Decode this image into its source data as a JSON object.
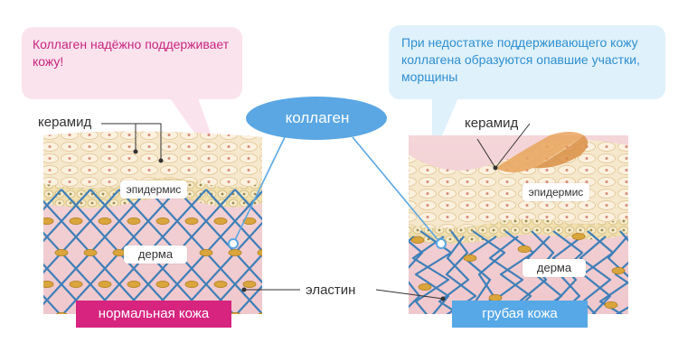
{
  "callouts": {
    "normal": "Коллаген надёжно поддерживает кожу!",
    "rough": "При недостатке поддерживающего кожу коллагена образуются опавшие участки, морщины"
  },
  "labels": {
    "ceramide": "керамид",
    "epidermis": "эпидермис",
    "dermis": "дерма",
    "collagen": "коллаген",
    "elastin": "эластин"
  },
  "panels": {
    "normal": "нормальная кожа",
    "rough": "грубая кожа"
  },
  "colors": {
    "pink_callout_bg": "#fbe3ee",
    "pink_text": "#c7257f",
    "blue_callout_bg": "#dff1fb",
    "blue_text": "#2f8fd0",
    "collagen_ellipse": "#5aa7e3",
    "normal_bar": "#d6247f",
    "rough_bar": "#57a8e6",
    "epidermis_cells": "#f6e6c8",
    "dermis": "#f3cfd3",
    "fibers": "#3e7fb8",
    "elastin": "#d9a53c"
  }
}
